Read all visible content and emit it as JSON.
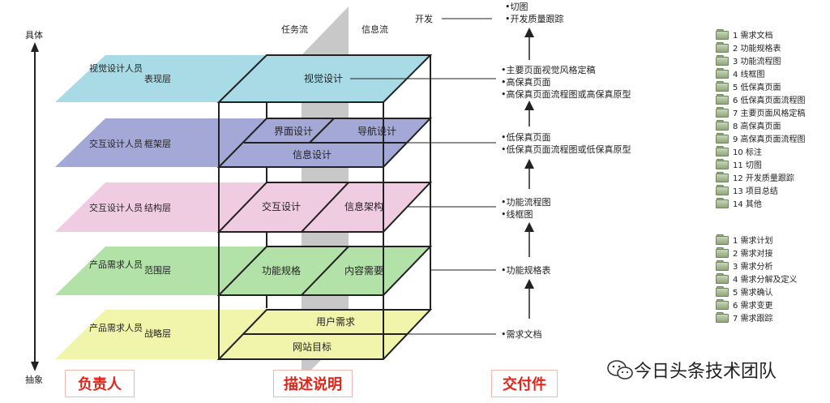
{
  "axis": {
    "top": "具体",
    "bottom": "抽象"
  },
  "streams": {
    "task": "任务流",
    "info": "信息流"
  },
  "layers": [
    {
      "person": "视觉设计人员",
      "layer": "表现层",
      "cells": [
        "视觉设计"
      ],
      "fill": "#a9dbe6"
    },
    {
      "person": "交互设计人员",
      "layer": "框架层",
      "cells": [
        "界面设计",
        "导航设计",
        "信息设计"
      ],
      "fill": "#a4a8d6"
    },
    {
      "person": "交互设计人员",
      "layer": "结构层",
      "cells": [
        "交互设计",
        "信息架构"
      ],
      "fill": "#f0cce3"
    },
    {
      "person": "产品需求人员",
      "layer": "范围层",
      "cells": [
        "功能规格",
        "内容需要"
      ],
      "fill": "#b3e2a9"
    },
    {
      "person": "产品需求人员",
      "layer": "战略层",
      "cells": [
        "用户需求",
        "网站目标"
      ],
      "fill": "#f1f5ac"
    }
  ],
  "deliverables": {
    "dev_label": "开发",
    "groups": [
      [
        "•切图",
        "•开发质量跟踪"
      ],
      [
        "•主要页面视觉风格定稿",
        "•高保真页面",
        "•高保真页面流程图或高保真原型"
      ],
      [
        "•低保真页面",
        "•低保真页面流程图或低保真原型"
      ],
      [
        "•功能流程图",
        "•线框图"
      ],
      [
        "•功能规格表"
      ],
      [
        "•需求文档"
      ]
    ]
  },
  "folder_list_1": [
    "1 需求文档",
    "2 功能规格表",
    "3 功能流程图",
    "4 线框图",
    "5 低保真页面",
    "6 低保真页面流程图",
    "7 主要页面风格定稿",
    "8 高保真页面",
    "9 高保真页面流程图",
    "10 标注",
    "11 切图",
    "12 开发质量跟踪",
    "13 项目总结",
    "14 其他"
  ],
  "folder_list_2": [
    "1 需求计划",
    "2 需求对接",
    "3 需求分析",
    "4 需求分解及定义",
    "5 需求确认",
    "6 需求变更",
    "7 需求跟踪"
  ],
  "footer": {
    "owner": "负责人",
    "description": "描述说明",
    "deliverable": "交付件"
  },
  "watermark": "今日头条技术团队"
}
